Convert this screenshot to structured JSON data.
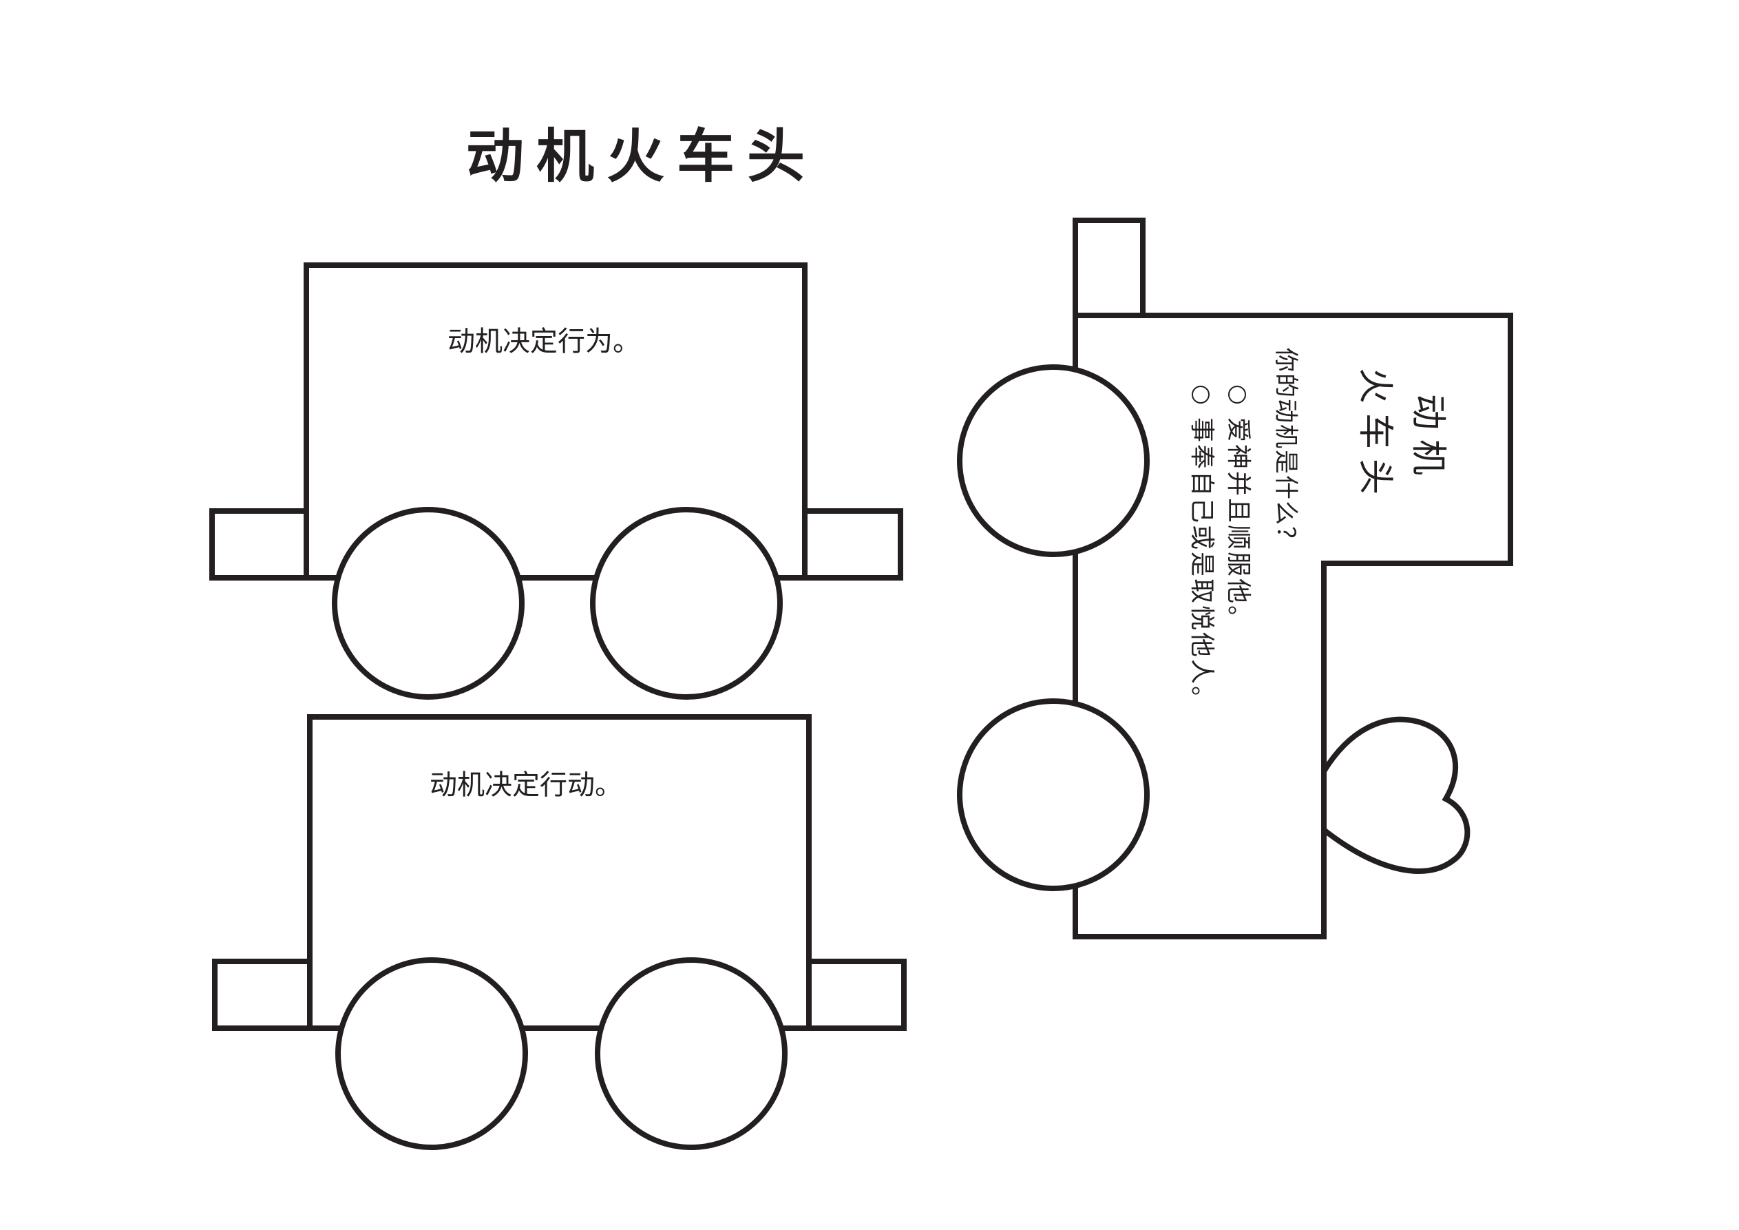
{
  "title": "动机火车头",
  "cars": [
    {
      "text": "动机决定行为。"
    },
    {
      "text": "动机决定行动。"
    }
  ],
  "locomotive": {
    "heading_line1": "动机",
    "heading_line2": "火车头",
    "question": "你的动机是什么？",
    "options": [
      "爱神并且顺服他。",
      "事奉自己或是取悦他人。"
    ]
  },
  "colors": {
    "stroke": "#231f20",
    "background": "#ffffff"
  }
}
